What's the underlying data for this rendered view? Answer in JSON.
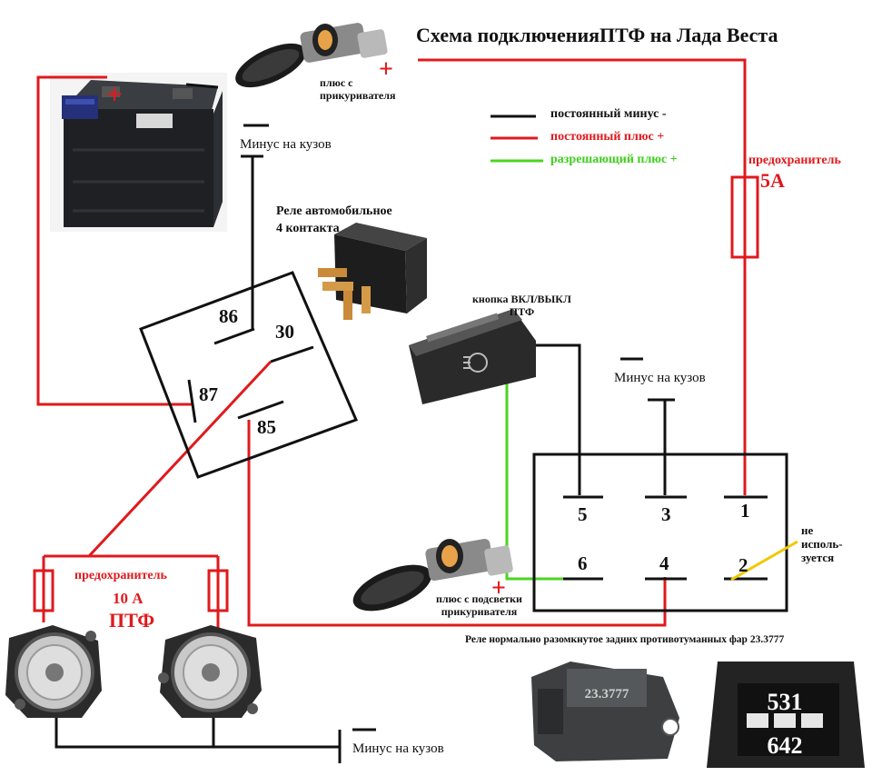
{
  "title": "Схема подключенияПТФ на Лада Веста",
  "legend": {
    "minus": "постоянный минус -",
    "plus": "постоянный плюс +",
    "enable": "разрешающий плюс +"
  },
  "labels": {
    "cig_plus_top": "плюс с\nприкуривателя",
    "ground_top": "Минус на кузов",
    "relay_desc": "Реле автомобильное\n4 контакта",
    "fuse_5a_caption": "предохранитель",
    "fuse_5a_value": "5А",
    "button_caption": "кнопка ВКЛ/ВЫКЛ\nПТФ",
    "ground_mid": "Минус на кузов",
    "unused": "не\nисполь-\nзуется",
    "cig_light_plus": "плюс с подсветки\nприкуривателя",
    "fuse_10a_caption": "предохранитель",
    "fuse_10a_value": "10 А",
    "ptf": "ПТФ",
    "ground_bottom": "Минус на кузов",
    "rear_relay": "Реле нормально разомкнутое задних противотуманных фар 23.3777",
    "plus_sign": "+",
    "minus_sign": "—"
  },
  "relay4_pins": [
    "86",
    "30",
    "87",
    "85"
  ],
  "rear_relay_pins_top": [
    "5",
    "3",
    "1"
  ],
  "rear_relay_pins_bottom": [
    "6",
    "4",
    "2"
  ],
  "photo_relay_text": "23.3777",
  "photo_connector_top": "531",
  "photo_connector_bottom": "642",
  "colors": {
    "minus": "#111111",
    "plus": "#e0191c",
    "enable": "#49d61f",
    "unused_mark": "#f0c800"
  },
  "icons": [
    "battery-icon",
    "cigarette-lighter-socket-icon",
    "automotive-relay-icon",
    "fog-light-button-icon",
    "fog-lamp-icon",
    "relay-module-icon",
    "connector-icon",
    "fuse-icon"
  ]
}
